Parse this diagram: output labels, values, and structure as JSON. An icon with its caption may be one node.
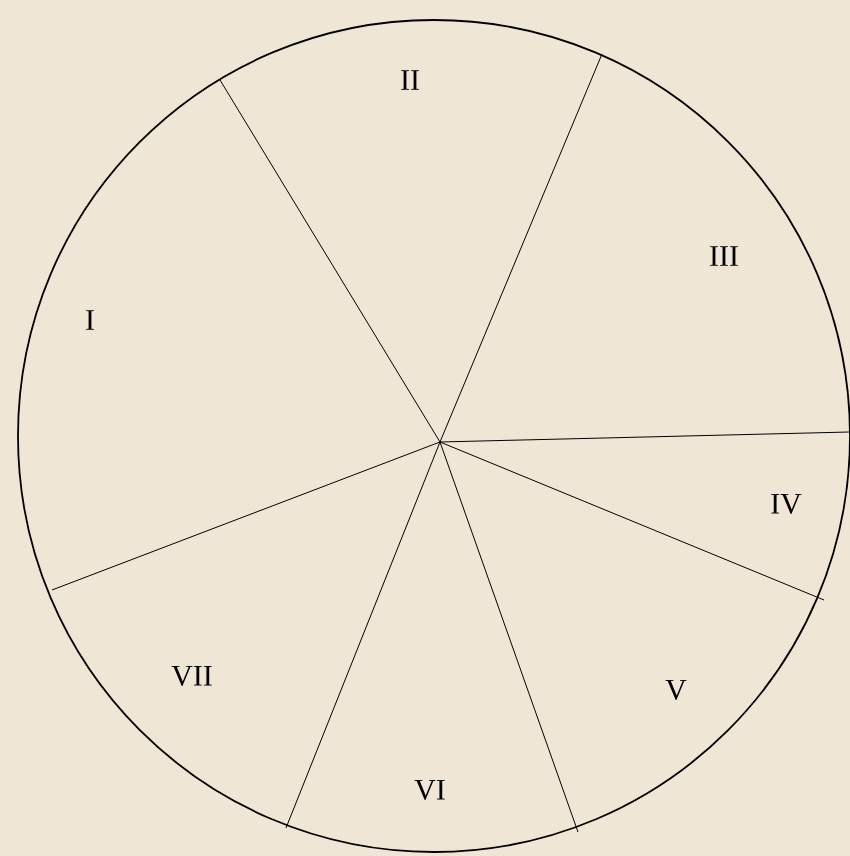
{
  "diagram": {
    "labels": [
      "I",
      "II",
      "III",
      "IV",
      "V",
      "VI",
      "VII"
    ]
  }
}
